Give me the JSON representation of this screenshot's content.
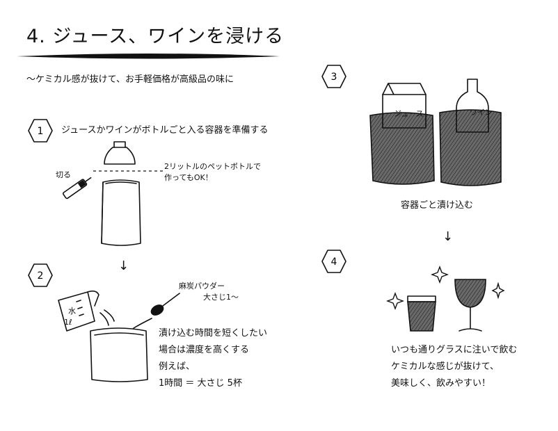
{
  "title": "4. ジュース、ワインを浸ける",
  "subtitle": "～ケミカル感が抜けて、お手軽価格が高級品の味に",
  "steps": [
    {
      "number": "1",
      "heading": "ジュースかワインがボトルごと入る容器を準備する",
      "cut_label": "切る",
      "note_lines": [
        "2リットルのペットボトルで",
        "作ってもOK！"
      ]
    },
    {
      "number": "2",
      "cup_label_water": "水",
      "cup_label_volume": "1ℓ",
      "powder_note_lines": [
        "麻炭パウダー",
        "大さじ1～"
      ],
      "text_lines": [
        "漬け込む時間を短くしたい",
        "場合は濃度を高くする",
        "例えば、",
        "1時間 ＝ 大さじ 5杯"
      ]
    },
    {
      "number": "3",
      "juice_label": "ジュース",
      "wine_label": "ワイン",
      "caption": "容器ごと漬け込む"
    },
    {
      "number": "4",
      "text_lines": [
        "いつも通りグラスに注いで飲む",
        "ケミカルな感じが抜けて、",
        "美味しく、飲みやすい！"
      ]
    }
  ],
  "arrow_glyph": "↓"
}
